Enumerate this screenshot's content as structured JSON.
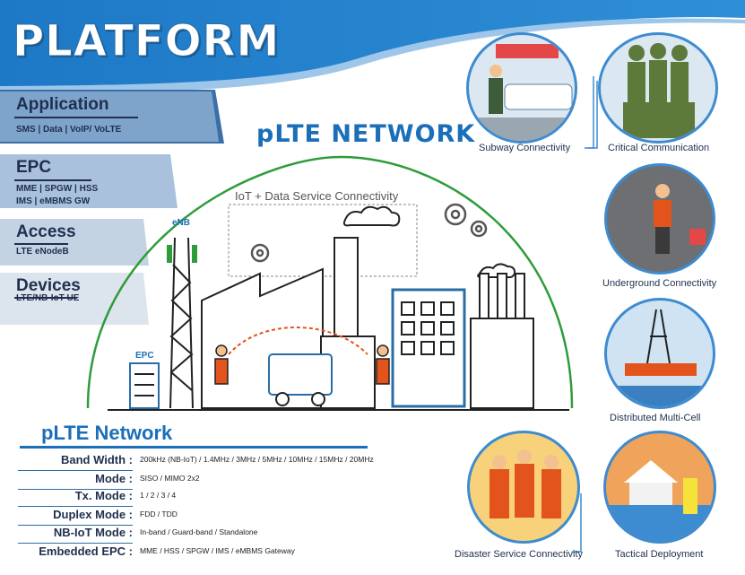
{
  "header": {
    "title": "PLATFORM"
  },
  "layers": [
    {
      "title": "Application",
      "lines": [
        "SMS | Data | VoIP/ VoLTE"
      ]
    },
    {
      "title": "EPC",
      "lines": [
        "MME | SPGW | HSS",
        "IMS | eMBMS GW"
      ]
    },
    {
      "title": "Access",
      "lines": [
        "LTE eNodeB"
      ]
    },
    {
      "title": "Devices",
      "lines": [
        "LTE/NB-IoT UE"
      ]
    }
  ],
  "network": {
    "title": "pLTE NETWORK",
    "iot_label": "IoT + Data Service Connectivity",
    "enb_label": "eNB",
    "epc_label": "EPC"
  },
  "table": {
    "title": "pLTE Network",
    "rows": [
      {
        "key": "Band Width :",
        "value": "200kHz (NB-IoT) / 1.4MHz / 3MHz / 5MHz / 10MHz / 15MHz / 20MHz"
      },
      {
        "key": "Mode :",
        "value": "SISO / MIMO 2x2"
      },
      {
        "key": "Tx. Mode :",
        "value": "1 / 2 / 3 / 4"
      },
      {
        "key": "Duplex Mode :",
        "value": "FDD / TDD"
      },
      {
        "key": "NB-IoT Mode :",
        "value": "In-band / Guard-band / Standalone"
      },
      {
        "key": "Embedded EPC :",
        "value": "MME / HSS / SPGW / IMS / eMBMS Gateway"
      }
    ]
  },
  "use_cases": [
    {
      "label": "Subway Connectivity",
      "icon": "subway-icon"
    },
    {
      "label": "Critical Communication",
      "icon": "soldiers-icon"
    },
    {
      "label": "Underground Connectivity",
      "icon": "miner-icon"
    },
    {
      "label": "Distributed Multi-Cell",
      "icon": "oil-rig-icon"
    },
    {
      "label": "Disaster Service Connectivity",
      "icon": "firefighters-icon"
    },
    {
      "label": "Tactical Deployment",
      "icon": "flood-icon"
    }
  ],
  "colors": {
    "accent": "#1a6fb8",
    "dark": "#1f2f4d",
    "green": "#2e9c3a",
    "orange": "#e2541b"
  }
}
